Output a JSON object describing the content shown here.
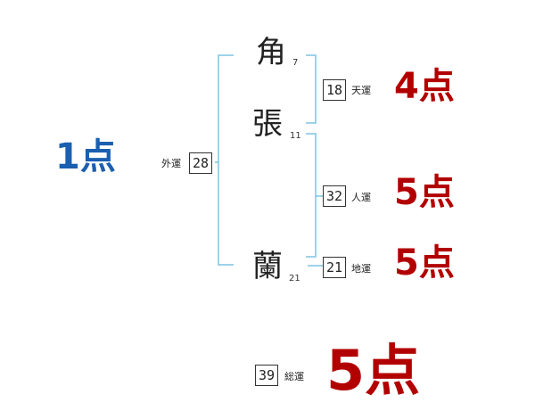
{
  "colors": {
    "bracket": "#7ec3e6",
    "score_red": "#b20000",
    "score_blue": "#1a5fb0"
  },
  "characters": [
    {
      "char": "角",
      "strokes": "7"
    },
    {
      "char": "張",
      "strokes": "11"
    },
    {
      "char": "蘭",
      "strokes": "21"
    }
  ],
  "gaiun": {
    "label": "外運",
    "value": "28",
    "score": "1点"
  },
  "tenun": {
    "label": "天運",
    "value": "18",
    "score": "4点"
  },
  "jinun": {
    "label": "人運",
    "value": "32",
    "score": "5点"
  },
  "chiun": {
    "label": "地運",
    "value": "21",
    "score": "5点"
  },
  "souun": {
    "label": "総運",
    "value": "39",
    "score": "5点"
  }
}
